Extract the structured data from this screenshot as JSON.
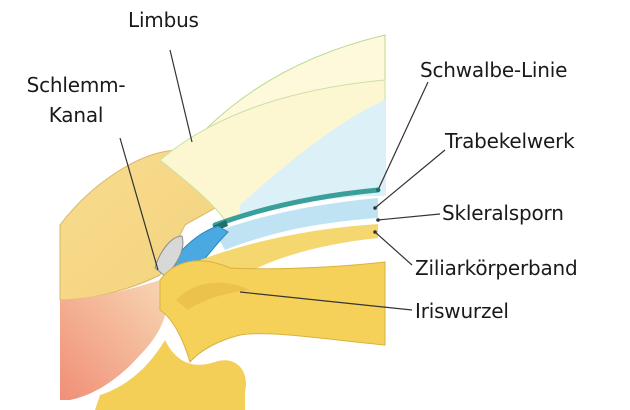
{
  "labels": {
    "limbus": "Limbus",
    "schlemm_line1": "Schlemm-",
    "schlemm_line2": "Kanal",
    "schwalbe": "Schwalbe-Linie",
    "trabekelwerk": "Trabekelwerk",
    "skleralsporn": "Skleralsporn",
    "ziliarkoerperband": "Ziliarkörperband",
    "iriswurzel": "Iriswurzel"
  },
  "colors": {
    "sclera_yellow": "#f6d98a",
    "iris_yellow": "#f3cf57",
    "cornea_pale": "#fbf7d4",
    "trabecular_blue": "#5ab4e6",
    "anterior_chamber": "#dff1f8",
    "schwalbe_teal": "#3a9f9a",
    "ciliary_red": "#f2a08a",
    "leader_line": "#333333"
  }
}
